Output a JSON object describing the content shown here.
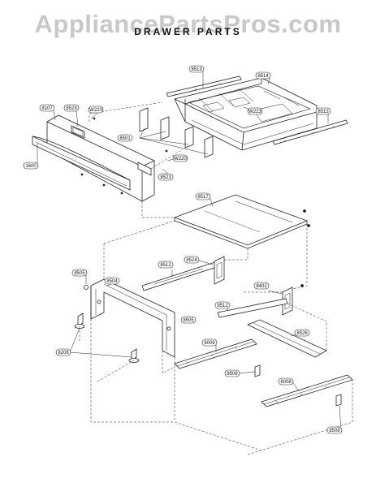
{
  "watermark": "AppliancePartsPros.com",
  "title": "DRAWER PARTS",
  "callouts": [
    {
      "id": "c8513a",
      "label": "8513"
    },
    {
      "id": "c8514",
      "label": "8514"
    },
    {
      "id": "c8107",
      "label": "8107"
    },
    {
      "id": "c8523a",
      "label": "8523"
    },
    {
      "id": "cw220a",
      "label": "W220"
    },
    {
      "id": "cw223",
      "label": "W223"
    },
    {
      "id": "c8513b",
      "label": "8513"
    },
    {
      "id": "c8501",
      "label": "8501"
    },
    {
      "id": "cw220b",
      "label": "W220"
    },
    {
      "id": "c1600",
      "label": "1600"
    },
    {
      "id": "c8523b",
      "label": "8523"
    },
    {
      "id": "c8517",
      "label": "8517"
    },
    {
      "id": "c8505a",
      "label": "8505"
    },
    {
      "id": "c8512a",
      "label": "8512"
    },
    {
      "id": "c8524",
      "label": "8524"
    },
    {
      "id": "c8504",
      "label": "8504"
    },
    {
      "id": "c8402",
      "label": "8402"
    },
    {
      "id": "c8512b",
      "label": "8512"
    },
    {
      "id": "c8505b",
      "label": "8505"
    },
    {
      "id": "c8208",
      "label": "8208"
    },
    {
      "id": "c6008a",
      "label": "6008"
    },
    {
      "id": "c8526",
      "label": "8526"
    },
    {
      "id": "c8508a",
      "label": "8508"
    },
    {
      "id": "c6008b",
      "label": "6008"
    },
    {
      "id": "c8508b",
      "label": "8508"
    }
  ]
}
